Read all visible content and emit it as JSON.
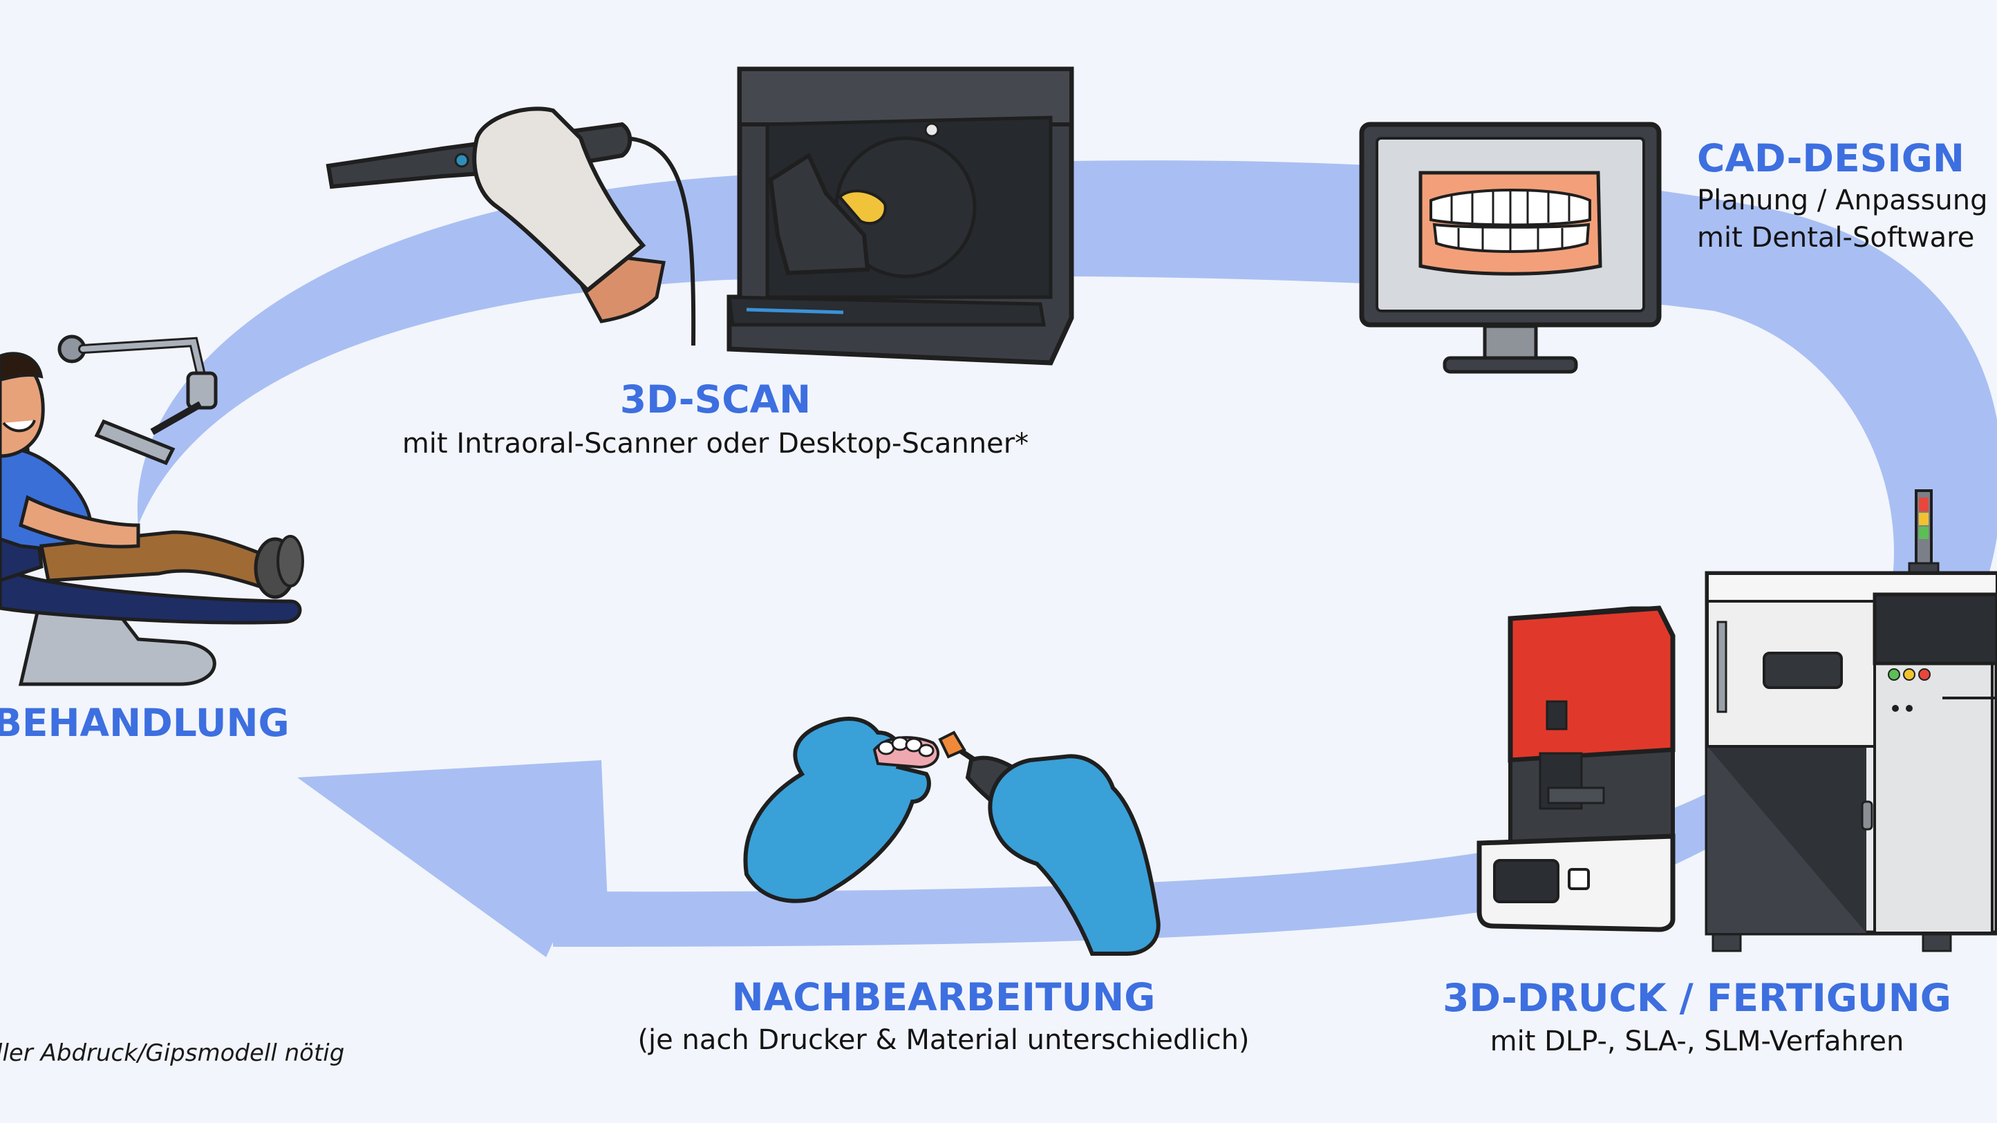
{
  "stages": {
    "scan": {
      "title": "3D-SCAN",
      "subtitle": "mit Intraoral-Scanner oder Desktop-Scanner*"
    },
    "cad": {
      "title": "CAD-DESIGN",
      "line1": "Planung / Anpassung",
      "line2": "mit Dental-Software"
    },
    "print": {
      "title": "3D-DRUCK / FERTIGUNG",
      "subtitle": "mit DLP-, SLA-, SLM-Verfahren"
    },
    "post": {
      "title": "NACHBEARBEITUNG",
      "subtitle": "(je nach Drucker & Material unterschiedlich)"
    },
    "treatment": {
      "title": "BEHANDLUNG"
    }
  },
  "footnote": "ller Abdruck/Gipsmodell nötig",
  "colors": {
    "background": "#f2f5fb",
    "cycle_arrow": "#a9bff3",
    "accent": "#3d6fe0",
    "glove_blue": "#3aa0d8",
    "printer_red": "#e0392b"
  },
  "icons": [
    "dental-chair-patient-icon",
    "intraoral-scanner-icon",
    "desktop-scanner-icon",
    "monitor-teeth-icon",
    "dlp-printer-icon",
    "slm-machine-icon",
    "gloved-hands-polishing-icon"
  ]
}
